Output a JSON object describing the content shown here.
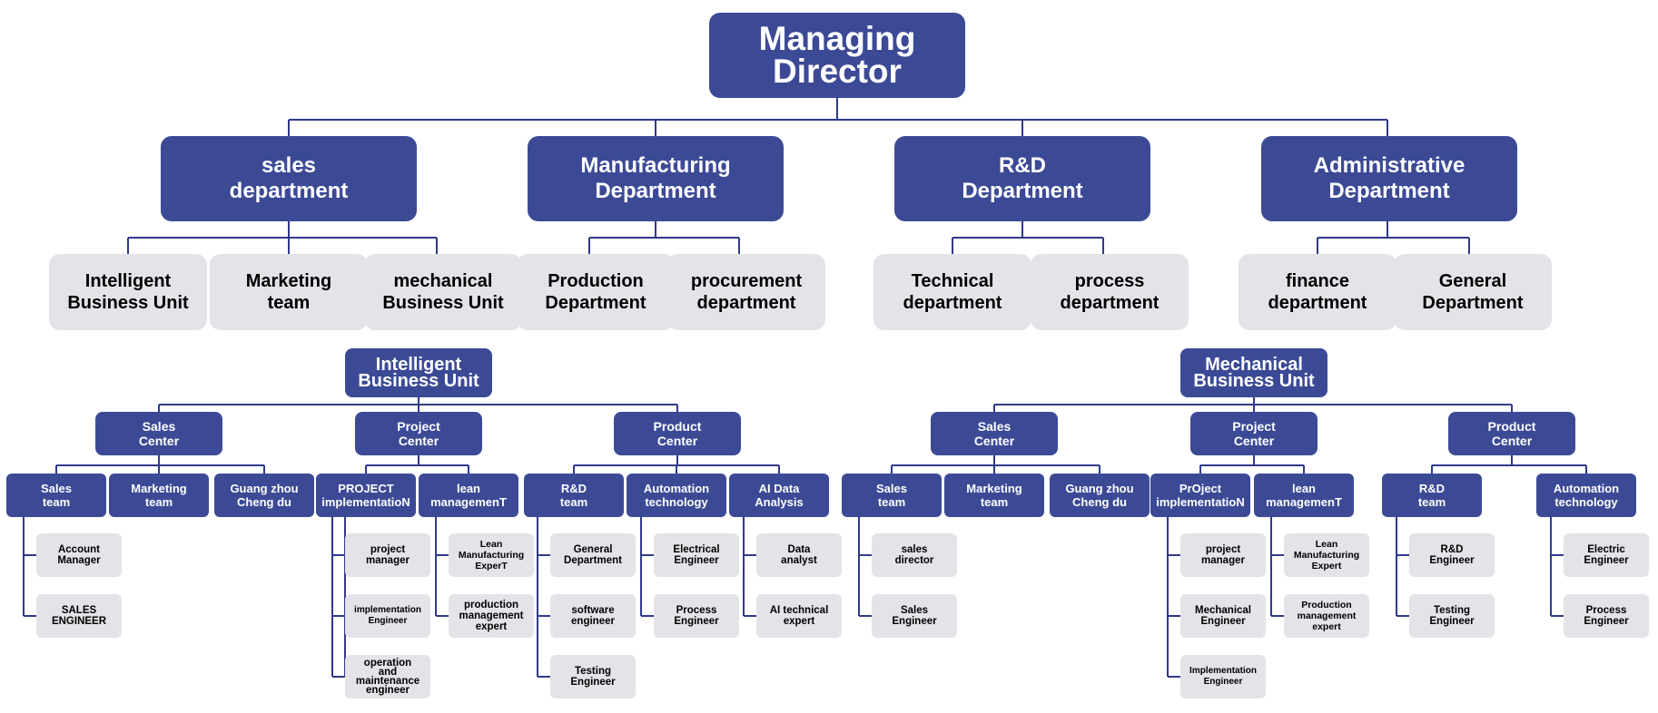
{
  "colors": {
    "primary": "#3c4a96",
    "secondary": "#e3e3e8",
    "line": "#2f3a8a",
    "text_dark": "#000000",
    "text_light": "#ffffff"
  },
  "top": {
    "root": "Managing\nDirector",
    "departments": [
      "sales\ndepartment",
      "Manufacturing\nDepartment",
      "R&D\nDepartment",
      "Administrative\nDepartment"
    ],
    "subunits": [
      "Intelligent\nBusiness Unit",
      "Marketing\nteam",
      "mechanical\nBusiness Unit",
      "Production\nDepartment",
      "procurement\ndepartment",
      "Technical\ndepartment",
      "process\ndepartment",
      "finance\ndepartment",
      "General\nDepartment"
    ]
  },
  "ibu": {
    "title": "Intelligent\nBusiness Unit",
    "centers": [
      "Sales\nCenter",
      "Project\nCenter",
      "Product\nCenter"
    ],
    "teams": [
      "Sales\nteam",
      "Marketing\nteam",
      "Guang zhou\nCheng du",
      "PROJECT\nimplementatioN",
      "lean\nmanagemenT",
      "R&D\nteam",
      "Automation\ntechnology",
      "AI Data\nAnalysis"
    ],
    "leaves": [
      "Account\nManager",
      "SALES\nENGINEER",
      "project\nmanager",
      "implementation\nEngineer",
      "operation\nand\nmaintenance\nengineer",
      "Lean\nManufacturing\nExperT",
      "production\nmanagement\nexpert",
      "General\nDepartment",
      "software\nengineer",
      "Testing\nEngineer",
      "Electrical\nEngineer",
      "Process\nEngineer",
      "Data\nanalyst",
      "AI technical\nexpert"
    ]
  },
  "mbu": {
    "title": "Mechanical\nBusiness Unit",
    "centers": [
      "Sales\nCenter",
      "Project\nCenter",
      "Product\nCenter"
    ],
    "teams": [
      "Sales\nteam",
      "Marketing\nteam",
      "Guang zhou\nCheng du",
      "PrOject\nimplementatioN",
      "lean\nmanagemenT",
      "R&D\nteam",
      "Automation\ntechnology"
    ],
    "leaves": [
      "sales\ndirector",
      "Sales\nEngineer",
      "project\nmanager",
      "Mechanical\nEngineer",
      "Implementation\nEngineer",
      "Lean\nManufacturing\nExpert",
      "Production\nmanagement\nexpert",
      "R&D\nEngineer",
      "Testing\nEngineer",
      "Electric\nEngineer",
      "Process\nEngineer"
    ]
  }
}
